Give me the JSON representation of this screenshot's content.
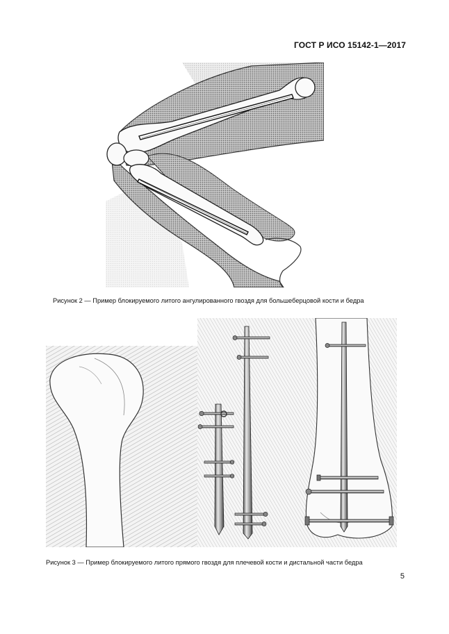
{
  "header": {
    "standard_id": "ГОСТ Р ИСО 15142-1—2017"
  },
  "figure2": {
    "caption": "Рисунок 2 — Пример блокируемого литого ангулированного гвоздя для большеберцовой кости и бедра"
  },
  "figure3": {
    "caption": "Рисунок 3 — Пример блокируемого литого прямого гвоздя для плечевой кости и дистальной части бедра"
  },
  "footer": {
    "page_number": "5"
  }
}
